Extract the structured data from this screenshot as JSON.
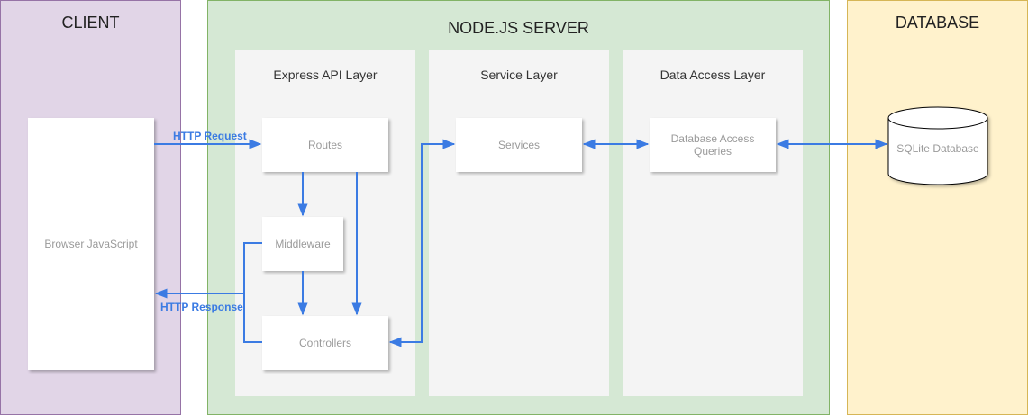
{
  "client": {
    "title": "CLIENT",
    "browser": "Browser JavaScript"
  },
  "server": {
    "title": "NODE.JS SERVER",
    "express": {
      "title": "Express API Layer",
      "routes": "Routes",
      "middleware": "Middleware",
      "controllers": "Controllers"
    },
    "service": {
      "title": "Service Layer",
      "services": "Services"
    },
    "data_access": {
      "title": "Data Access Layer",
      "queries": "Database Access Queries"
    }
  },
  "database": {
    "title": "DATABASE",
    "sqlite": "SQLite Database"
  },
  "edges": {
    "http_request": "HTTP Request",
    "http_response": "HTTP Response"
  },
  "colors": {
    "client_fill": "#e1d5e7",
    "client_border": "#9673a6",
    "server_fill": "#d5e8d4",
    "server_border": "#82b366",
    "database_fill": "#fff2cc",
    "database_border": "#d6b656",
    "layer_fill": "#f4f4f4",
    "arrow": "#3b7be3"
  }
}
